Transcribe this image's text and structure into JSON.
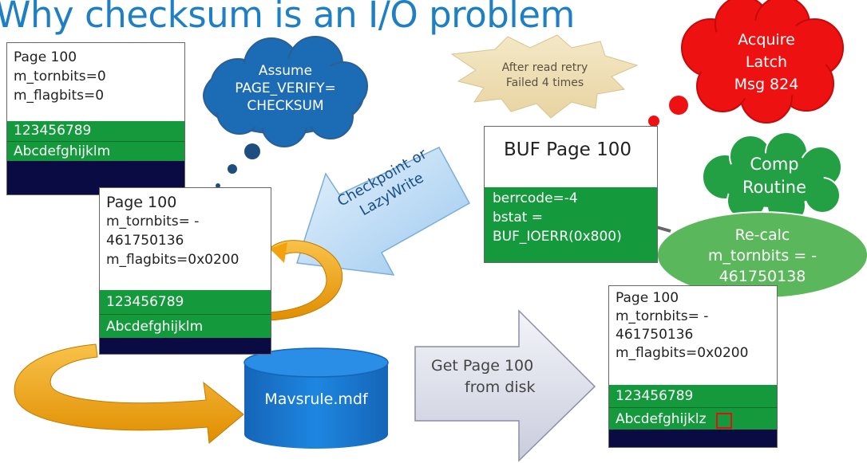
{
  "title": "Why checksum is an I/O problem",
  "page_top_left": {
    "heading": "Page 100",
    "tornbits": "m_tornbits=0",
    "flagbits": "m_flagbits=0",
    "row1": "123456789",
    "row2": "Abcdefghijklm"
  },
  "page_middle": {
    "heading": "Page 100",
    "tornbits_a": "m_tornbits= -",
    "tornbits_b": "461750136",
    "flagbits": "m_flagbits=0x0200",
    "row1": "123456789",
    "row2": "Abcdefghijklm"
  },
  "page_bottom_right": {
    "heading": "Page 100",
    "tornbits_a": "m_tornbits= -",
    "tornbits_b": "461750136",
    "flagbits": "m_flagbits=0x0200",
    "row1": "123456789",
    "row2": "Abcdefghijklz"
  },
  "buf_page": {
    "title": "BUF Page 100",
    "berrcode": "berrcode=-4",
    "bstat": "bstat =",
    "bstat_value": "BUF_IOERR(0x800)"
  },
  "cloud_assume": {
    "line1": "Assume",
    "line2": "PAGE_VERIFY=",
    "line3": "CHECKSUM"
  },
  "arrow_checkpoint": {
    "line1": "Checkpoint or",
    "line2": "LazyWrite"
  },
  "star_retry": {
    "line1": "After read retry",
    "line2": "Failed 4 times"
  },
  "cloud_latch": {
    "line1": "Acquire",
    "line2": "Latch",
    "line3": "Msg 824"
  },
  "cloud_comp": {
    "line1": "Comp",
    "line2": "Routine"
  },
  "ellipse_recalc": {
    "line1": "Re-calc",
    "line2": "m_tornbits = -",
    "line3": "461750138"
  },
  "database": {
    "label": "Mavsrule.mdf"
  },
  "arrow_get": {
    "line1": "Get Page 100",
    "line2": "from disk"
  },
  "colors": {
    "title": "#1f7fc4",
    "green": "#149a3c",
    "navy": "#0b0b44",
    "blue_cloud": "#1c6bb5",
    "red_cloud": "#ee1111",
    "green_shape": "#5bb75b",
    "gold": "#f2a20c"
  }
}
